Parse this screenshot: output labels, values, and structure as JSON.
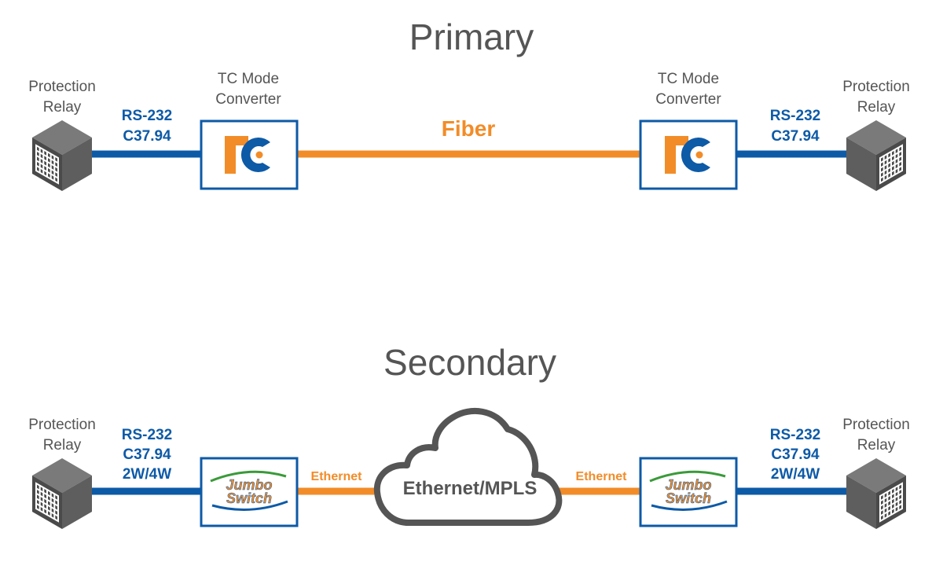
{
  "colors": {
    "blue": "#0d5aa7",
    "orange": "#f28c28",
    "grey_text": "#555555",
    "relay_top": "#7a7a7a",
    "relay_left": "#4a4a4a",
    "relay_right": "#5e5e5e",
    "jumbo_green": "#3a9a3a"
  },
  "primary": {
    "title": "Primary",
    "left_relay": {
      "line1": "Protection",
      "line2": "Relay",
      "icon": "protection-relay-icon"
    },
    "left_interface": [
      "RS-232",
      "C37.94"
    ],
    "left_converter": {
      "line1": "TC Mode",
      "line2": "Converter",
      "icon": "rc-logo-icon"
    },
    "link_label": "Fiber",
    "right_converter": {
      "line1": "TC Mode",
      "line2": "Converter",
      "icon": "rc-logo-icon"
    },
    "right_interface": [
      "RS-232",
      "C37.94"
    ],
    "right_relay": {
      "line1": "Protection",
      "line2": "Relay",
      "icon": "protection-relay-icon"
    }
  },
  "secondary": {
    "title": "Secondary",
    "left_relay": {
      "line1": "Protection",
      "line2": "Relay",
      "icon": "protection-relay-icon"
    },
    "left_interface": [
      "RS-232",
      "C37.94",
      "2W/4W"
    ],
    "left_switch": {
      "logo_line1": "Jumbo",
      "logo_line2": "Switch",
      "icon": "jumbo-switch-logo"
    },
    "left_link_label": "Ethernet",
    "cloud_label": "Ethernet/MPLS",
    "right_link_label": "Ethernet",
    "right_switch": {
      "logo_line1": "Jumbo",
      "logo_line2": "Switch",
      "icon": "jumbo-switch-logo"
    },
    "right_interface": [
      "RS-232",
      "C37.94",
      "2W/4W"
    ],
    "right_relay": {
      "line1": "Protection",
      "line2": "Relay",
      "icon": "protection-relay-icon"
    }
  }
}
